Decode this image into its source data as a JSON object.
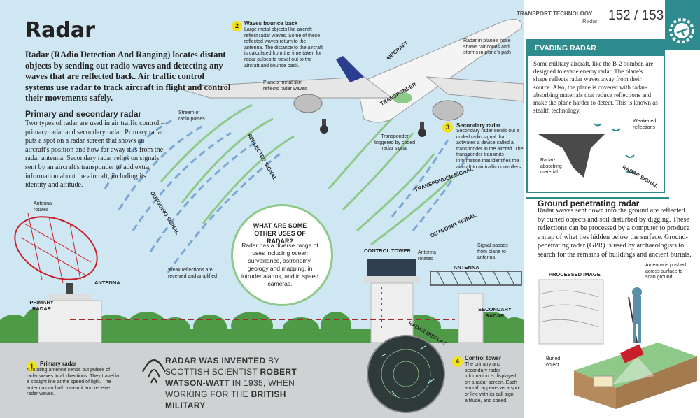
{
  "header": {
    "section": "TRANSPORT TECHNOLOGY",
    "subsection": "Radar",
    "pages": "152 / 153"
  },
  "title": "Radar",
  "intro": "Radar (RAdio Detection And Ranging) locates distant objects by sending out radio waves and detecting any waves that are reflected back. Air traffic control systems use radar to track aircraft in flight and control their movements safely.",
  "primary_secondary": {
    "heading": "Primary and secondary radar",
    "text": "Two types of radar are used in air traffic control – primary radar and secondary radar. Primary radar puts a spot on a radar screen that shows an aircraft's position and how far away it is from the radar antenna. Secondary radar relies on signals sent by an aircraft's transponder to add extra information about the aircraft, including its identity and altitude."
  },
  "steps": [
    {
      "num": "1",
      "title": "Primary radar",
      "text": "A rotating antenna sends out pulses of radar waves in all directions. They travel in a straight line at the speed of light. The antenna can both transmit and receive radar waves."
    },
    {
      "num": "2",
      "title": "Waves bounce back",
      "text": "Large metal objects like aircraft reflect radar waves. Some of these reflected waves return to the antenna. The distance to the aircraft is calculated from the time taken for radar pulses to travel out to the aircraft and bounce back."
    },
    {
      "num": "3",
      "title": "Secondary radar",
      "text": "Secondary radar sends out a coded radio signal that activates a device called a transponder in the aircraft. The transponder transmits information that identifies the aircraft to air traffic controllers."
    },
    {
      "num": "4",
      "title": "Control tower",
      "text": "The primary and secondary radar information is displayed on a radar screen. Each aircraft appears as a spot or line with its call sign, altitude, and speed."
    }
  ],
  "labels": {
    "antenna_rotates": "Antenna rotates",
    "stream_pulses": "Stream of radio pulses",
    "metal_skin": "Plane's metal skin reflects radar waves",
    "nose_radar": "Radar in plane's nose shows raincouds and storms in plane's path",
    "aircraft": "AIRCRAFT",
    "transponder": "TRANSPONDER",
    "transponder_triggered": "Transponder triggered by coded radar signal",
    "reflected_signal": "REFLECTED SIGNAL",
    "outgoing_signal": "OUTGOING SIGNAL",
    "transponder_signal": "TRANSPONDER SIGNAL",
    "outgoing_signal2": "OUTGOING SIGNAL",
    "weak_reflections": "Weak reflections are received and amplified",
    "antenna": "ANTENNA",
    "primary_radar": "PRIMARY RADAR",
    "control_tower": "CONTROL TOWER",
    "antenna_rotates2": "Antenna rotates",
    "antenna2": "ANTENNA",
    "signal_passes": "Signal passes from plane to antenna",
    "secondary_radar": "SECONDARY RADAR",
    "radar_display": "RADAR DISPLAY"
  },
  "question": {
    "title": "WHAT ARE SOME OTHER USES OF RADAR?",
    "text": "Radar has a diverse range of uses including ocean surveillance, astronomy, geology and mapping, in intruder alarms, and in speed cameras."
  },
  "fact": {
    "part1": "RADAR WAS INVENTED",
    "part2": " BY SCOTTISH SCIENTIST ",
    "part3": "ROBERT WATSON-WATT",
    "part4": " IN 1935, WHEN WORKING FOR THE ",
    "part5": "BRITISH MILITARY"
  },
  "evading": {
    "heading": "EVADING RADAR",
    "text": "Some military aircraft, like the B-2 bomber, are designed to evade enemy radar. The plane's shape reflects radar waves away from their source. Also, the plane is covered with radar-absorbing materials that reduce reflections and make the plane harder to detect. This is known as stealth technology.",
    "weakened": "Weakened reflections",
    "absorbing": "Radar-absorbing material",
    "radar_signal": "RADAR SIGNAL"
  },
  "gpr": {
    "heading": "Ground penetrating radar",
    "text": "Radar waves sent down into the ground are reflected by buried objects and soil disturbed by digging. These reflections can be processed by a computer to produce a map of what lies hidden below the surface. Ground-penetrating radar (GPR) is used by archaeologists to search for the remains of buildings and ancient burials.",
    "processed_image": "PROCESSED IMAGE",
    "antenna_pushed": "Antenna is pushed across surface to scan ground",
    "buried_object": "Buried object"
  },
  "colors": {
    "sky": "#cfe6f3",
    "ground": "#cfd2d3",
    "teal": "#2e8c8f",
    "green_wave": "#8fc98a",
    "blue_wave": "#7ba7d3",
    "red": "#c8202a",
    "yellow": "#f2e21a"
  }
}
